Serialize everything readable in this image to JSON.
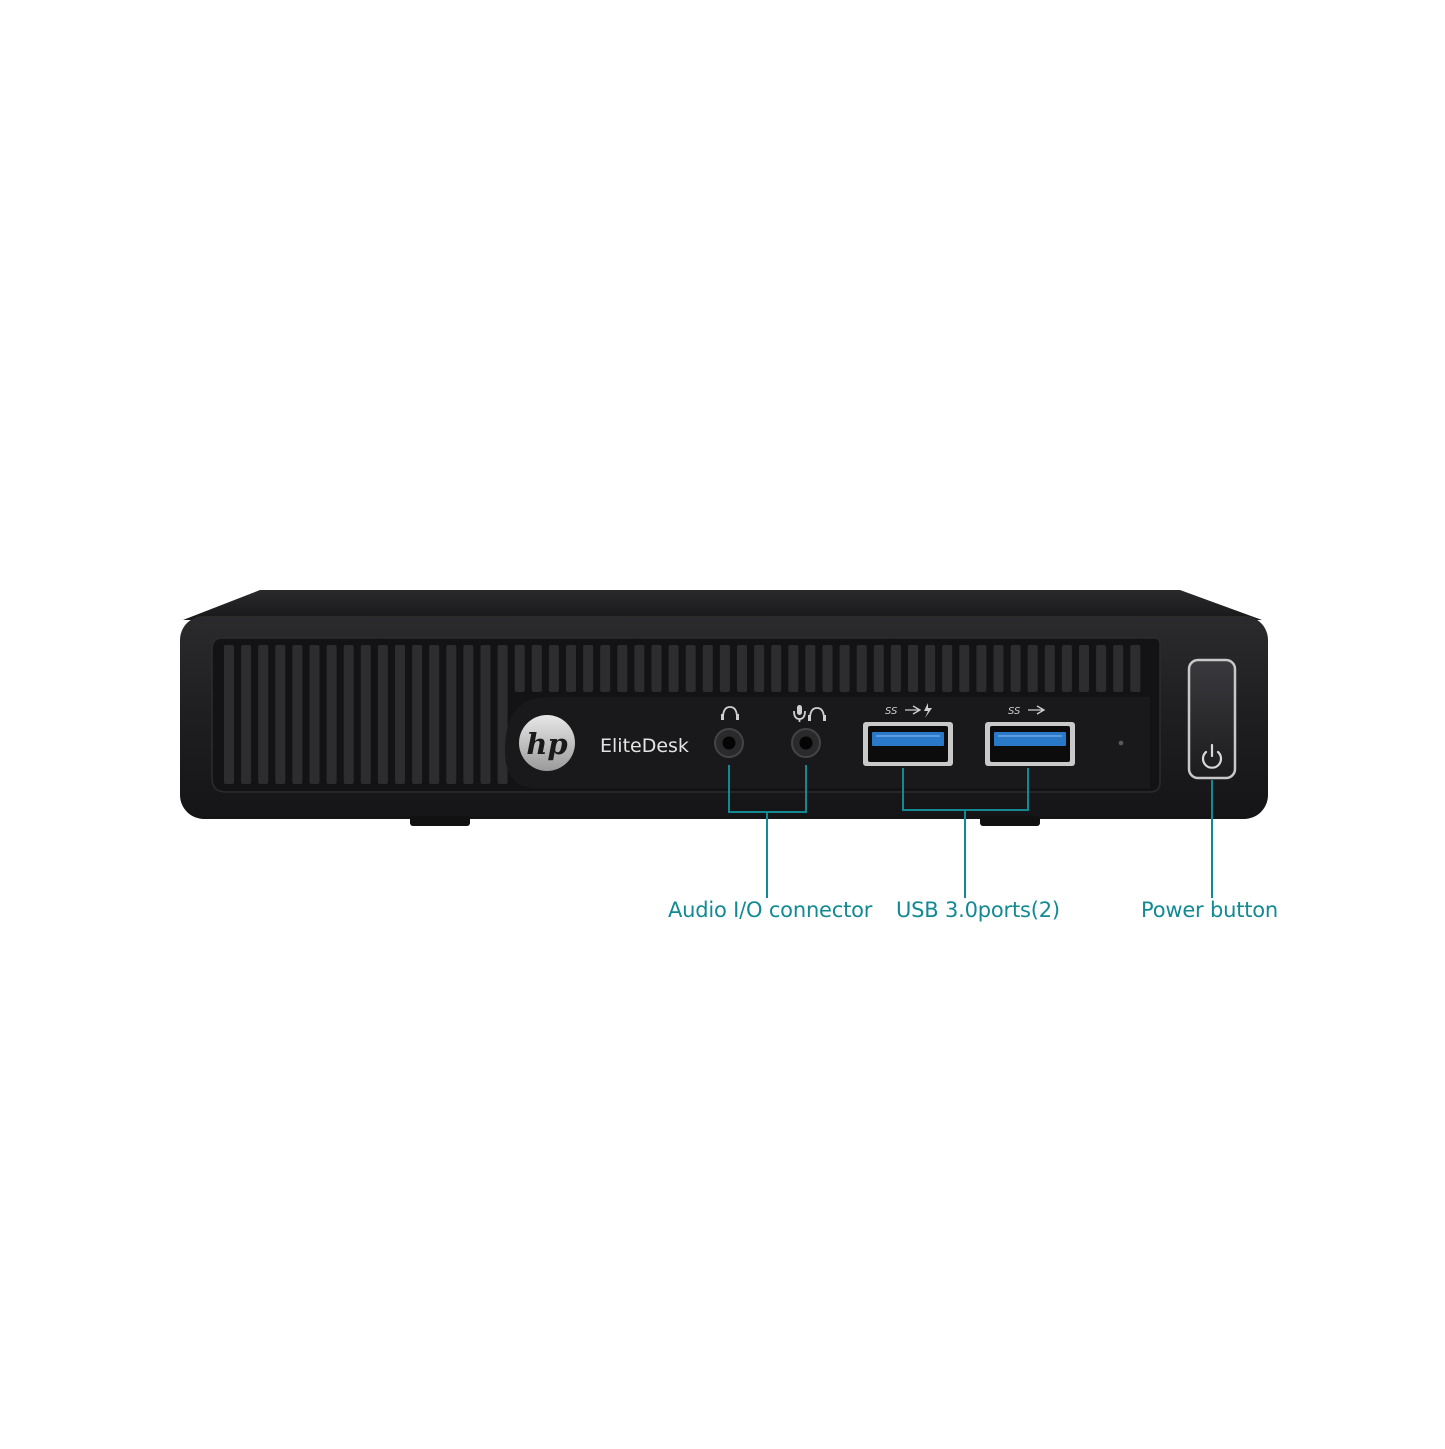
{
  "device": {
    "brand_logo_text": "hp",
    "model_text": "EliteDesk",
    "usb_logo_text": "SS",
    "body_color": "#1c1c1e",
    "panel_color": "#141416",
    "usb_port_color": "#2a78c8",
    "callout_color": "#138a93"
  },
  "callouts": {
    "audio": "Audio I/O connector",
    "usb": "USB 3.0ports(2)",
    "power": "Power button"
  },
  "icons": {
    "headphone": "headphone-icon",
    "mic_headset": "microphone-headset-icon",
    "usb_superspeed": "usb-superspeed-icon",
    "usb_charging": "charging-bolt-icon",
    "power": "power-icon"
  }
}
